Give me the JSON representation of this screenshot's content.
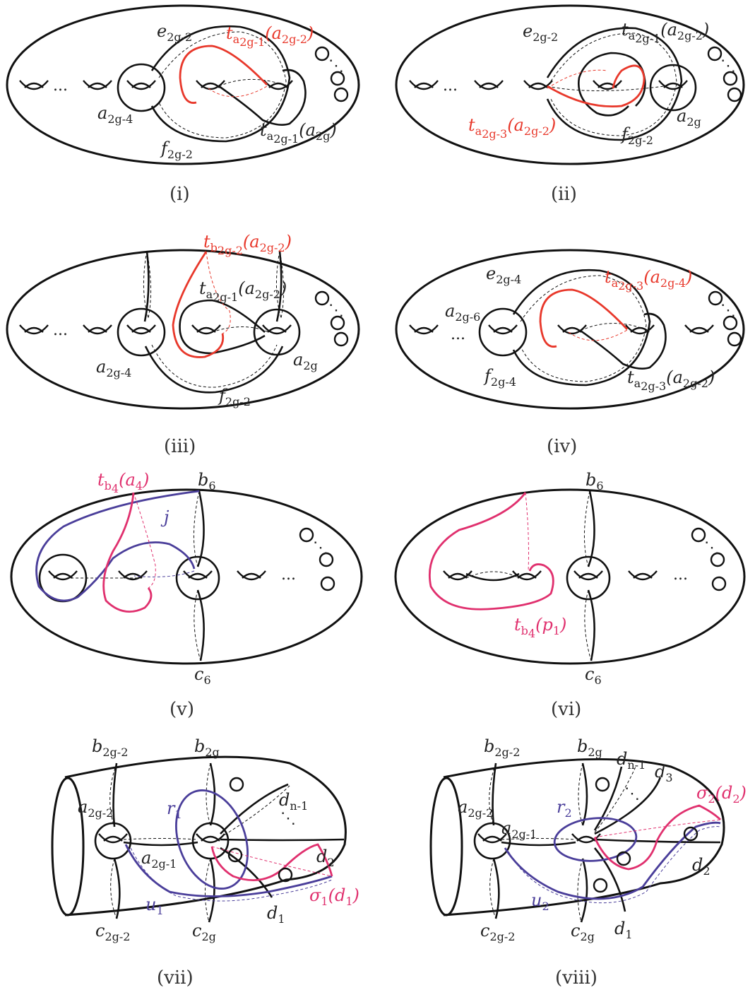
{
  "panels": {
    "i": {
      "caption": "(i)",
      "labels": {
        "e": "e",
        "e_sub": "2g-2",
        "ta": "t",
        "ta_sub": "a",
        "ta_subsub": "2g-1",
        "ta_arg": "(a",
        "ta_arg_sub": "2g-2",
        "close": ")",
        "a4": "a",
        "a4_sub": "2g-4",
        "f": "f",
        "f_sub": "2g-2",
        "tb": "t",
        "tb_sub": "a",
        "tb_subsub": "2g-1",
        "tb_arg": "(a",
        "tb_arg_sub": "2g",
        "dots": "..."
      }
    },
    "ii": {
      "caption": "(ii)",
      "labels": {
        "e": "e",
        "e_sub": "2g-2",
        "ta": "t",
        "ta_sub": "a",
        "ta_subsub": "2g-1",
        "ta_arg": "(a",
        "ta_arg_sub": "2g-2",
        "close": ")",
        "tr": "t",
        "tr_sub": "a",
        "tr_subsub": "2g-3",
        "tr_arg": "(a",
        "tr_arg_sub": "2g-2",
        "ag": "a",
        "ag_sub": "2g",
        "f": "f",
        "f_sub": "2g-2",
        "dots": "..."
      }
    },
    "iii": {
      "caption": "(iii)",
      "labels": {
        "tb": "t",
        "tb_sub": "b",
        "tb_subsub": "2g-2",
        "tb_arg": "(a",
        "tb_arg_sub": "2g-2",
        "close": ")",
        "ta": "t",
        "ta_sub": "a",
        "ta_subsub": "2g-1",
        "ta_arg": "(a",
        "ta_arg_sub": "2g-2",
        "a4": "a",
        "a4_sub": "2g-4",
        "ag": "a",
        "ag_sub": "2g",
        "f": "f",
        "f_sub": "2g-2",
        "dots": "..."
      }
    },
    "iv": {
      "caption": "(iv)",
      "labels": {
        "e": "e",
        "e_sub": "2g-4",
        "tr": "t",
        "tr_sub": "a",
        "tr_subsub": "2g-3",
        "tr_arg": "(a",
        "tr_arg_sub": "2g-4",
        "close": ")",
        "a6": "a",
        "a6_sub": "2g-6",
        "f": "f",
        "f_sub": "2g-4",
        "tk": "t",
        "tk_sub": "a",
        "tk_subsub": "2g-3",
        "tk_arg": "(a",
        "tk_arg_sub": "2g-2",
        "dots": "..."
      }
    },
    "v": {
      "caption": "(v)",
      "labels": {
        "tb": "t",
        "tb_sub": "b",
        "tb_subsub": "4",
        "tb_arg": "(a",
        "tb_arg_sub": "4",
        "close": ")",
        "b": "b",
        "b_sub": "6",
        "j": "j",
        "c": "c",
        "c_sub": "6",
        "dots": "..."
      }
    },
    "vi": {
      "caption": "(vi)",
      "labels": {
        "b": "b",
        "b_sub": "6",
        "tb": "t",
        "tb_sub": "b",
        "tb_subsub": "4",
        "tb_arg": "(p",
        "tb_arg_sub": "1",
        "close": ")",
        "c": "c",
        "c_sub": "6",
        "dots": "..."
      }
    },
    "vii": {
      "caption": "(vii)",
      "labels": {
        "b1": "b",
        "b1_sub": "2g-2",
        "b2": "b",
        "b2_sub": "2g",
        "a1": "a",
        "a1_sub": "2g-2",
        "r": "r",
        "r_sub": "1",
        "dn": "d",
        "dn_sub": "n-1",
        "a2": "a",
        "a2_sub": "2g-1",
        "d2": "d",
        "d2_sub": "2",
        "u": "u",
        "u_sub": "1",
        "s": "σ",
        "s_sub": "1",
        "s_arg": "(d",
        "s_arg_sub": "1",
        "close": ")",
        "d1": "d",
        "d1_sub": "1",
        "c1": "c",
        "c1_sub": "2g-2",
        "c2": "c",
        "c2_sub": "2g",
        "dots": "..."
      }
    },
    "viii": {
      "caption": "(viii)",
      "labels": {
        "b1": "b",
        "b1_sub": "2g-2",
        "b2": "b",
        "b2_sub": "2g",
        "dn": "d",
        "dn_sub": "n-1",
        "d3": "d",
        "d3_sub": "3",
        "s": "σ",
        "s_sub": "2",
        "s_arg": "(d",
        "s_arg_sub": "2",
        "close": ")",
        "a1": "a",
        "a1_sub": "2g-2",
        "r": "r",
        "r_sub": "2",
        "a2": "a",
        "a2_sub": "2g-1",
        "d2": "d",
        "d2_sub": "2",
        "u": "u",
        "u_sub": "2",
        "c1": "c",
        "c1_sub": "2g-2",
        "c2": "c",
        "c2_sub": "2g",
        "d1": "d",
        "d1_sub": "1",
        "dots": "..."
      }
    }
  },
  "colors": {
    "black": "#111111",
    "red": "#e8382b",
    "pink": "#e0306e",
    "purple": "#4a3e9a"
  }
}
